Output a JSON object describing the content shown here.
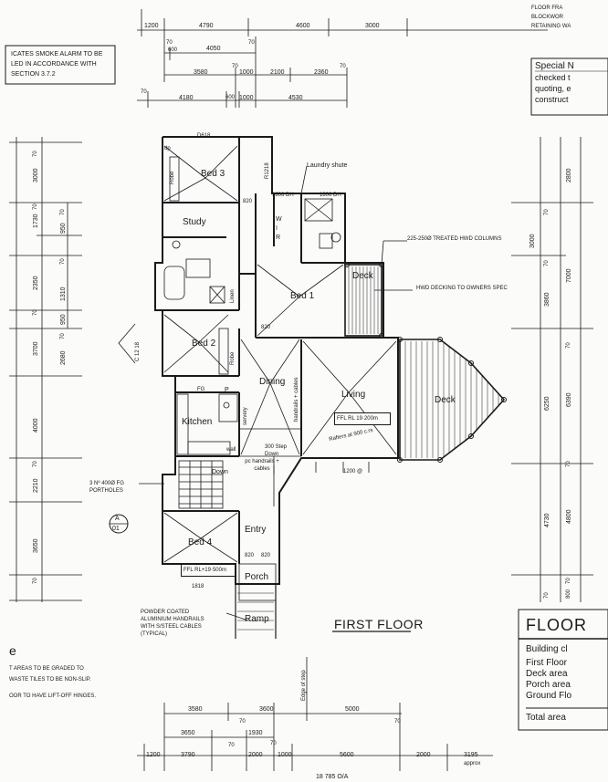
{
  "legend_top_right": [
    "FLOOR FRA",
    "BLOCKWOR",
    "RETAINING WA"
  ],
  "smoke_note": [
    "ICATES SMOKE ALARM TO BE",
    "LED IN ACCORDANCE WITH",
    "SECTION 3.7.2"
  ],
  "special_note": {
    "title": "Special N",
    "lines": [
      "checked t",
      "quoting, e",
      "construct"
    ]
  },
  "top_dims": {
    "row1": [
      "1200",
      "4790",
      "4600",
      "3000"
    ],
    "row2": [
      "70",
      "4050",
      "70",
      "600"
    ],
    "row3": [
      "3580",
      "70",
      "1000",
      "2100",
      "2360",
      "70"
    ],
    "row4": [
      "70",
      "4180",
      "600",
      "1000",
      "4530"
    ]
  },
  "bottom_dims": {
    "row1": [
      "3580",
      "3600",
      "5000",
      "70"
    ],
    "row2": [
      "3650",
      "70",
      "1930",
      "70"
    ],
    "row3": [
      "1200",
      "3790",
      "70",
      "2000",
      "1000",
      "5600",
      "2000",
      "3195"
    ],
    "approx": "approx",
    "total": "18 785  O/A",
    "edge_of_step": "Edge of step"
  },
  "left_dims": [
    "70",
    "3000",
    "70",
    "1730",
    "70",
    "950",
    "70",
    "1310",
    "2350",
    "70",
    "950",
    "70",
    "2680",
    "3700",
    "4000",
    "2210",
    "3650",
    "70",
    "70"
  ],
  "right_dims": [
    "2800",
    "70",
    "3000",
    "70",
    "3860",
    "7000",
    "70",
    "6250",
    "6390",
    "70",
    "4730",
    "4800",
    "70",
    "800",
    "70"
  ],
  "rooms": {
    "bed3": "Bed 3",
    "study": "Study",
    "bed1": "Bed 1",
    "bed2": "Bed 2",
    "dining": "Dining",
    "living": "Living",
    "kitchen": "Kitchen",
    "bed4": "Bed 4",
    "entry": "Entry",
    "porch": "Porch",
    "ramp": "Ramp",
    "deck_upper": "Deck",
    "deck_lower": "Deck",
    "wir": "W I R",
    "robe": "Robe",
    "robe2": "Robe",
    "linen": "Linen",
    "down": "Down",
    "wall": "wall",
    "servery": "servery",
    "pantry": "P"
  },
  "tags": {
    "dp": "dp",
    "d618": "D618",
    "r1218": "R1218",
    "d1806": "1806 DH",
    "d1806b": "1806 DH",
    "w820": "820",
    "fg": "FG",
    "c1218": "C 12 18",
    "laundry_shute": "Laundry shute",
    "ffl_living": "FFL RL 19·200m",
    "ffl_bed4": "FFL RL+19·500m",
    "rafters": "Rafters at 900 c.rs",
    "steps": "300 Step Down",
    "handrails": "pc handrails + cables",
    "handrails_cables": "handrails + cables",
    "w1200": "1200 @",
    "w1818": "1818",
    "sec_letter": "A",
    "sec_num": "01",
    "portholes": "3 Nº 400Ø FG PORTHOLES",
    "columns": "225-250Ø TREATED HWD COLUMNS",
    "decking": "HWD DECKING TO OWNERS SPEC",
    "ramp_note": [
      "POWDER COATED",
      "ALUMINIUM HANDRAILS",
      "WITH S/STEEL CABLES",
      "(TYPICAL)"
    ]
  },
  "first_floor": "FIRST FLOOR",
  "floor_panel": {
    "heading": "FLOOR",
    "building": "Building cl",
    "rows": [
      "First Floor",
      "Deck area",
      "Porch area",
      "Ground Flo"
    ],
    "total": "Total area"
  },
  "bottom_left_notes": {
    "marker": "e",
    "lines": [
      "T AREAS TO BE GRADED TO",
      "WASTE TILES TO BE NON-SLIP.",
      "OOR TO HAVE LIFT-OFF HINGES."
    ]
  }
}
